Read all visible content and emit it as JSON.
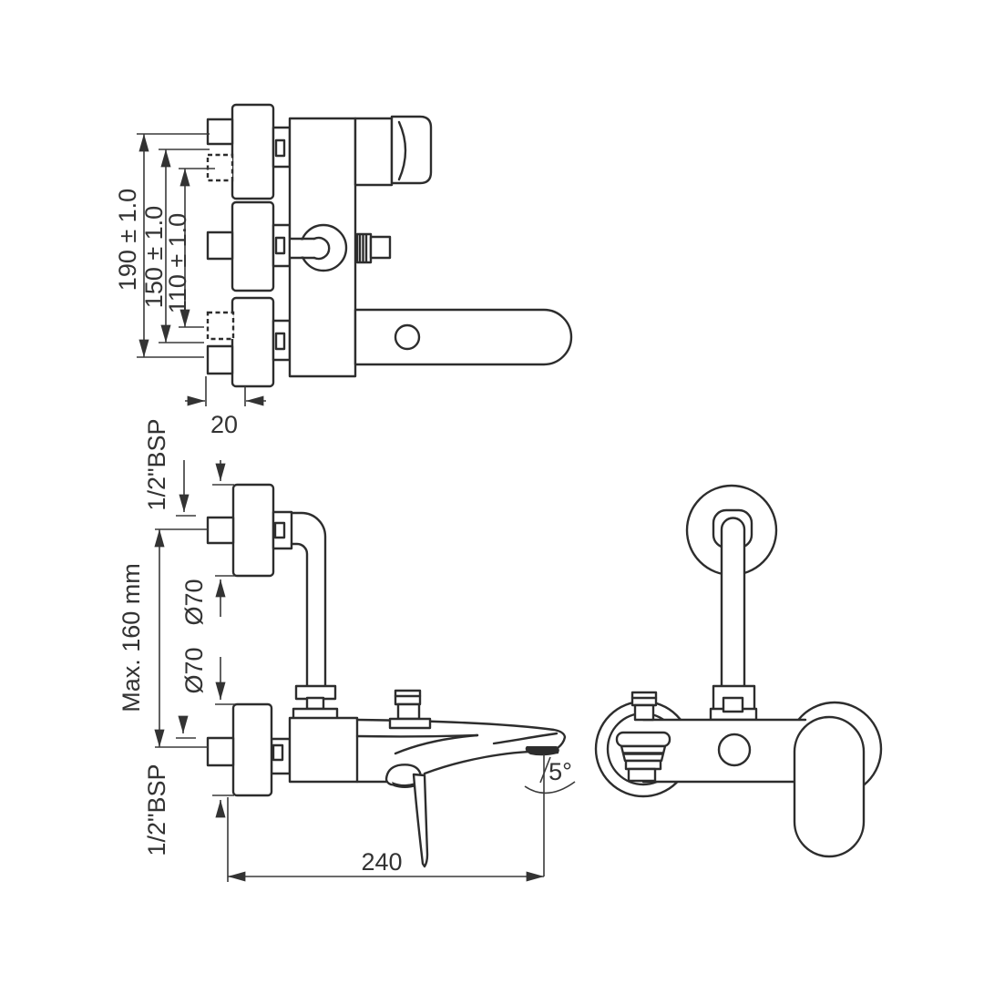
{
  "drawing": {
    "background_color": "#ffffff",
    "line_color": "#2d2d2d",
    "text_color": "#333333",
    "top_view": {
      "dim_vertical_outer": "190 ± 1.0",
      "dim_vertical_middle": "150 ± 1.0",
      "dim_vertical_inner": "110 ± 1.0",
      "dim_depth": "20"
    },
    "side_view": {
      "thread_size_top": "1/2\"BSP",
      "max_mounting_distance": "Max. 160 mm",
      "flange_diameter_upper": "Ø70",
      "flange_diameter_lower": "Ø70",
      "thread_size_bottom": "1/2\"BSP",
      "spout_reach": "240",
      "spout_angle": "5°"
    }
  }
}
